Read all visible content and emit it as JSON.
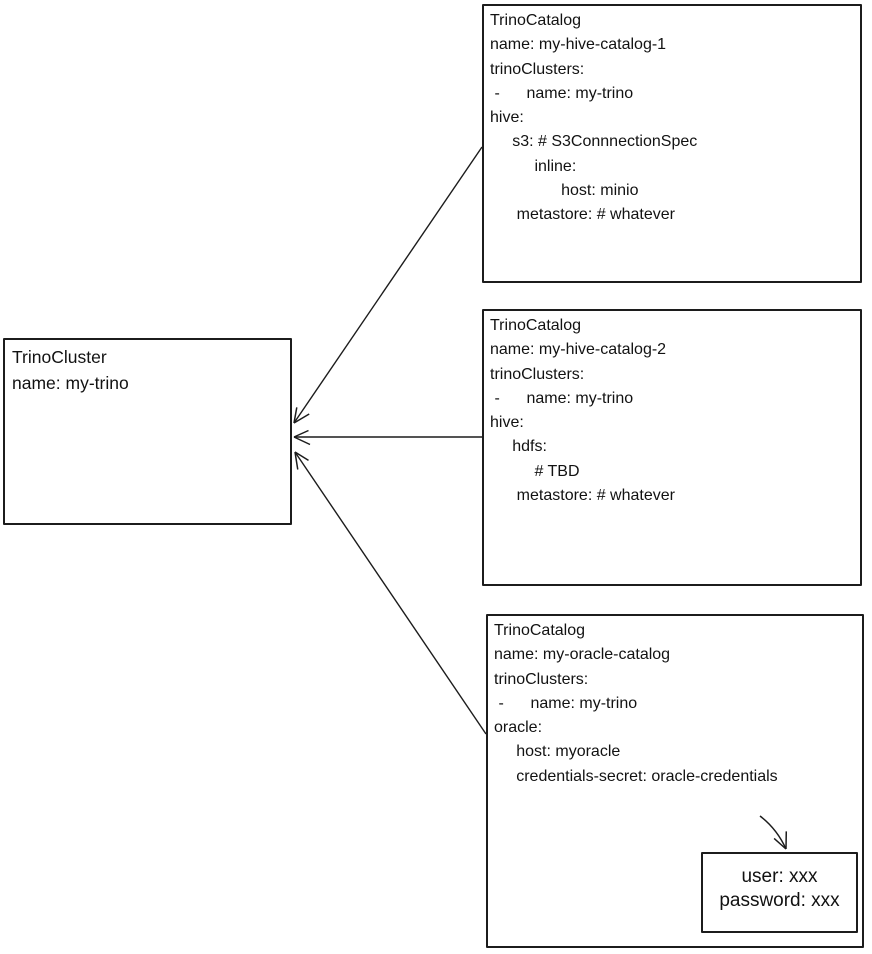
{
  "nodes": {
    "cluster": {
      "text": "TrinoCluster\nname: my-trino"
    },
    "catalog1": {
      "text": "TrinoCatalog\nname: my-hive-catalog-1\ntrinoClusters:\n -      name: my-trino\nhive:\n     s3: # S3ConnnectionSpec\n          inline:\n                host: minio\n      metastore: # whatever"
    },
    "catalog2": {
      "text": "TrinoCatalog\nname: my-hive-catalog-2\ntrinoClusters:\n -      name: my-trino\nhive:\n     hdfs:\n          # TBD\n      metastore: # whatever"
    },
    "catalog3": {
      "text": "TrinoCatalog\nname: my-oracle-catalog\ntrinoClusters:\n -      name: my-trino\noracle:\n     host: myoracle\n     credentials-secret: oracle-credentials"
    },
    "secret": {
      "text": "user: xxx\npassword: xxx"
    }
  },
  "colors": {
    "stroke": "#1c1c1c",
    "background": "#ffffff"
  }
}
